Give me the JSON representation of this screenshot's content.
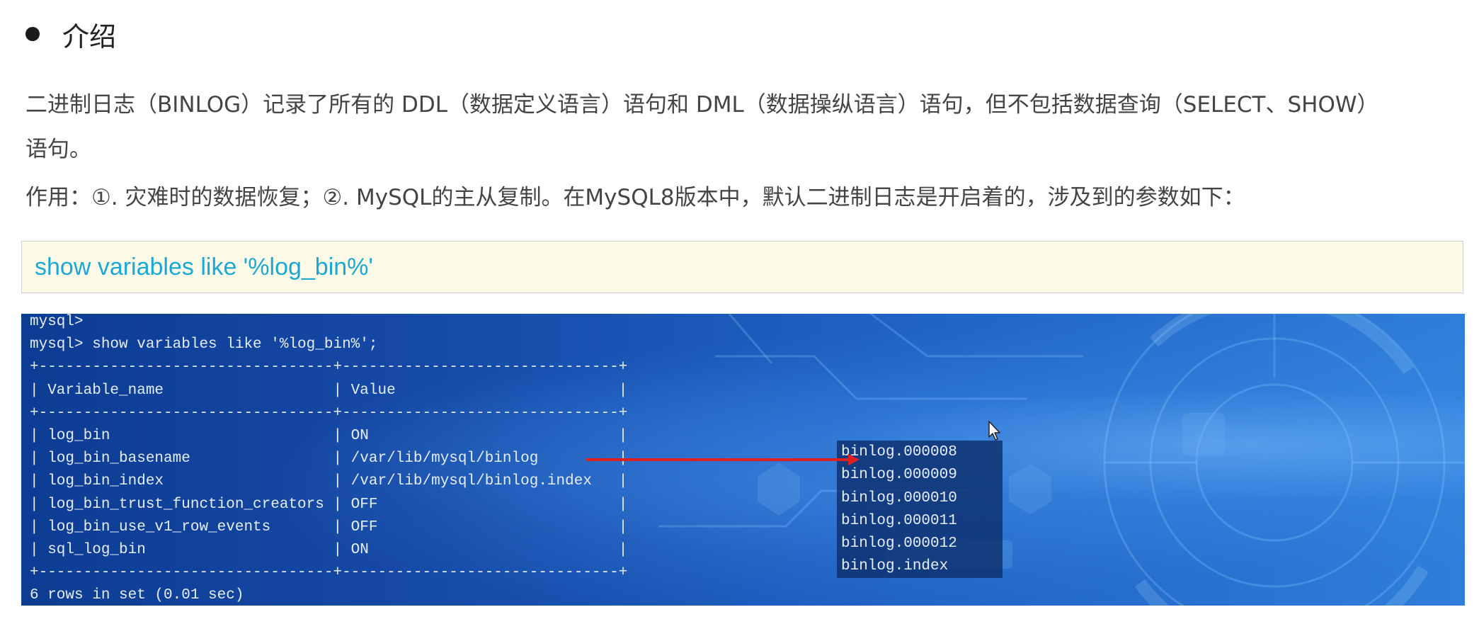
{
  "heading": {
    "text": "介绍"
  },
  "paragraphs": {
    "intro_line1": "二进制日志（BINLOG）记录了所有的 DDL（数据定义语言）语句和 DML（数据操纵语言）语句，但不包括数据查询（SELECT、SHOW）",
    "intro_line2": "语句。",
    "usage": "作用：①. 灾难时的数据恢复；②. MySQL的主从复制。在MySQL8版本中，默认二进制日志是开启着的，涉及到的参数如下："
  },
  "code_snippet": "show variables like '%log_bin%'",
  "terminal": {
    "lines": [
      "mysql>",
      "mysql> show variables like '%log_bin%';",
      "+---------------------------------+-------------------------------+",
      "| Variable_name                   | Value                         |",
      "+---------------------------------+-------------------------------+",
      "| log_bin                         | ON                            |",
      "| log_bin_basename                | /var/lib/mysql/binlog         |",
      "| log_bin_index                   | /var/lib/mysql/binlog.index   |",
      "| log_bin_trust_function_creators | OFF                           |",
      "| log_bin_use_v1_row_events       | OFF                           |",
      "| sql_log_bin                     | ON                            |",
      "+---------------------------------+-------------------------------+",
      "6 rows in set (0.01 sec)"
    ]
  },
  "binlog_files": [
    "binlog.000008",
    "binlog.000009",
    "binlog.000010",
    "binlog.000011",
    "binlog.000012",
    "binlog.index"
  ],
  "colors": {
    "accent_code_text": "#1ba8d8",
    "code_box_bg": "#fdfbe7",
    "arrow": "#e02020",
    "terminal_text": "#e6eefc"
  },
  "icons": {
    "bullet": "bullet-dot-icon",
    "cursor": "mouse-pointer-icon",
    "arrow": "arrow-right-icon"
  }
}
